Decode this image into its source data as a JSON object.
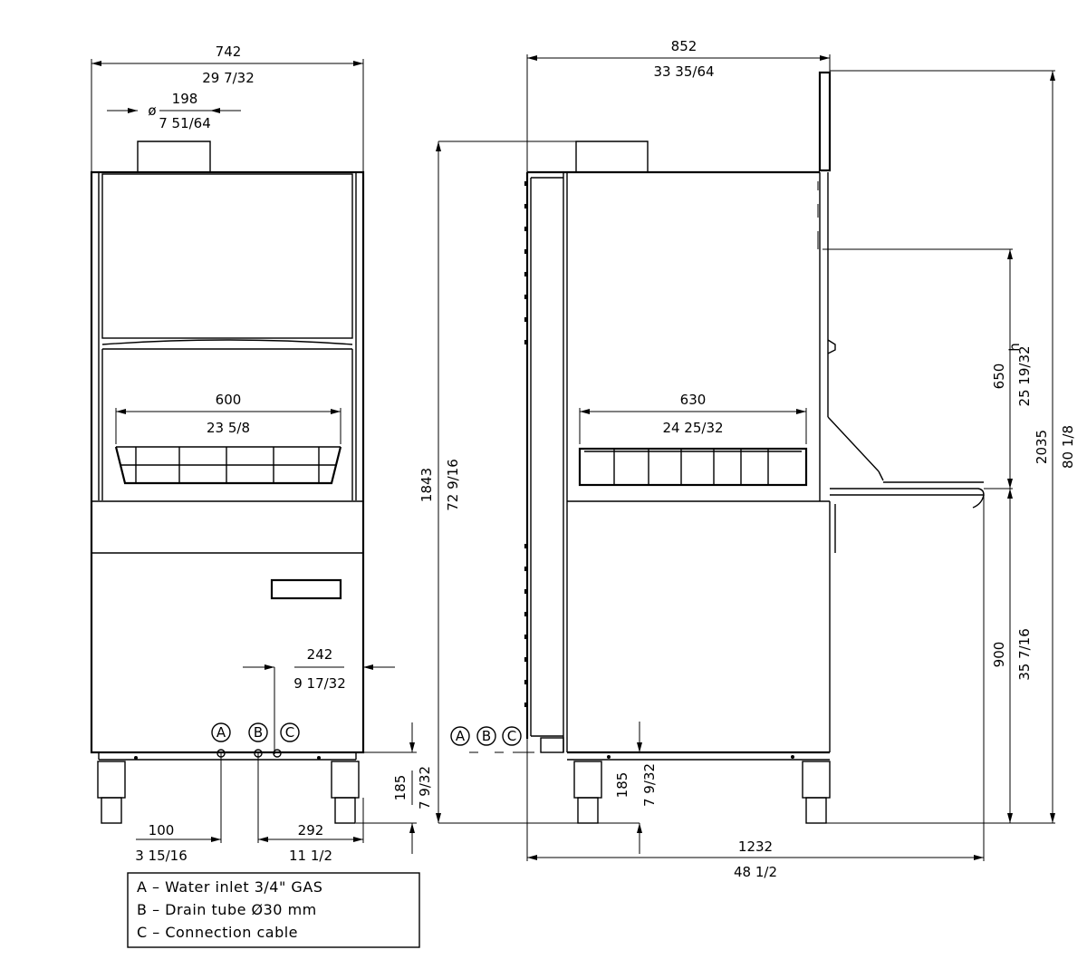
{
  "front_view": {
    "width_mm": "742",
    "width_in": "29 7/32",
    "hood_diameter_symbol": "ø",
    "hood_mm": "198",
    "hood_in": "7 51/64",
    "basket_mm": "600",
    "basket_in": "23 5/8",
    "offset_mm": "242",
    "offset_in": "9 17/32",
    "conn_a_mm": "100",
    "conn_a_in": "3 15/16",
    "conn_c_mm": "292",
    "conn_c_in": "11 1/2",
    "base_mm": "185",
    "base_in": "7 9/32",
    "label_a": "A",
    "label_b": "B",
    "label_c": "C"
  },
  "side_view": {
    "depth_mm": "852",
    "depth_in": "33 35/64",
    "height_mm": "1843",
    "height_in": "72 9/16",
    "basket_mm": "630",
    "basket_in": "24 25/32",
    "open_mm": "650",
    "open_in": "25 19/32",
    "open_sym": "h",
    "total_height_mm": "2035",
    "total_height_in": "80 1/8",
    "table_mm": "900",
    "table_in": "35 7/16",
    "base_mm": "185",
    "base_in": "7 9/32",
    "total_depth_mm": "1232",
    "total_depth_in": "48 1/2",
    "label_a": "A",
    "label_b": "B",
    "label_c": "C"
  },
  "legend": [
    "A  –  Water  inlet  3/4\"  GAS",
    "B  –  Drain  tube  Ø30  mm",
    "C  –  Connection  cable"
  ]
}
